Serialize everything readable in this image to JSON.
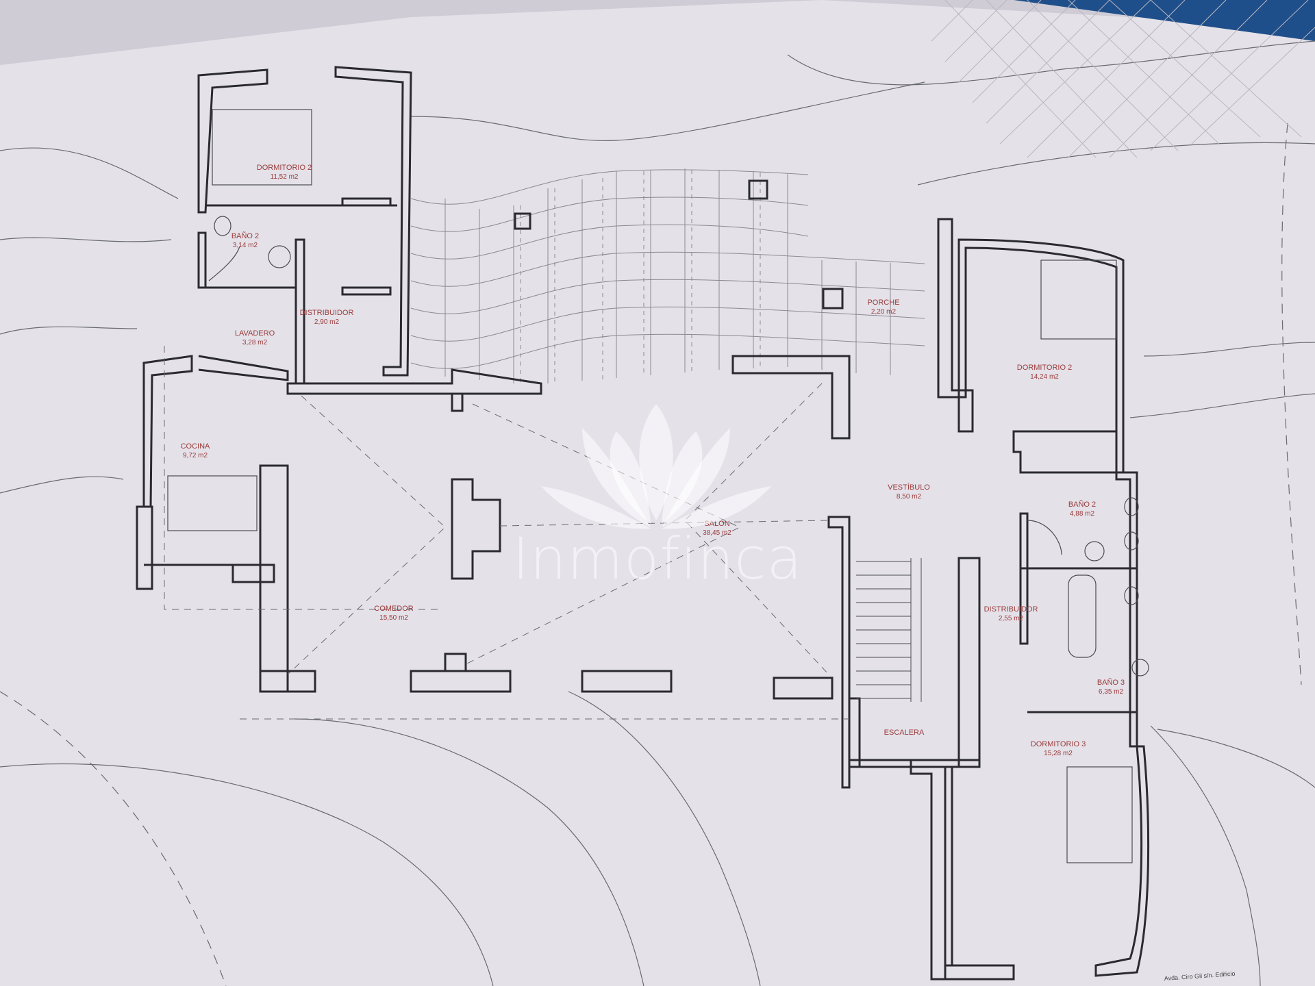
{
  "colors": {
    "paper": "#e4e1e8",
    "wall": "#2a2a30",
    "room_label": "#9a3b3b",
    "watermark": "#ffffff",
    "background_strip": "#1f4f8a"
  },
  "watermark": {
    "brand": "Inmofinca",
    "icon": "lotus-icon"
  },
  "rooms": [
    {
      "id": "dormitorio2-left",
      "name": "DORMITORIO 2",
      "area": "11,52 m2"
    },
    {
      "id": "bano2-left",
      "name": "BAÑO 2",
      "area": "3,14 m2"
    },
    {
      "id": "distribuidor-left",
      "name": "DISTRIBUIDOR",
      "area": "2,90 m2"
    },
    {
      "id": "lavadero",
      "name": "LAVADERO",
      "area": "3,28 m2"
    },
    {
      "id": "cocina",
      "name": "COCINA",
      "area": "9,72 m2"
    },
    {
      "id": "comedor",
      "name": "COMEDOR",
      "area": "15,50 m2"
    },
    {
      "id": "salon",
      "name": "SALÓN",
      "area": "38,45 m2"
    },
    {
      "id": "porche",
      "name": "PORCHE",
      "area": "2,20 m2"
    },
    {
      "id": "vestibulo",
      "name": "VESTÍBULO",
      "area": "8,50 m2"
    },
    {
      "id": "dormitorio2-right",
      "name": "DORMITORIO 2",
      "area": "14,24 m2"
    },
    {
      "id": "bano2-right",
      "name": "BAÑO 2",
      "area": "4,88 m2"
    },
    {
      "id": "distribuidor-right",
      "name": "DISTRIBUIDOR",
      "area": "2,55 m2"
    },
    {
      "id": "bano3",
      "name": "BAÑO 3",
      "area": "6,35 m2"
    },
    {
      "id": "escalera",
      "name": "ESCALERA",
      "area": ""
    },
    {
      "id": "dormitorio3",
      "name": "DORMITORIO 3",
      "area": "15,28 m2"
    }
  ],
  "title_block": {
    "text": "Avda. Ciro Gil s/n. Edificio"
  }
}
